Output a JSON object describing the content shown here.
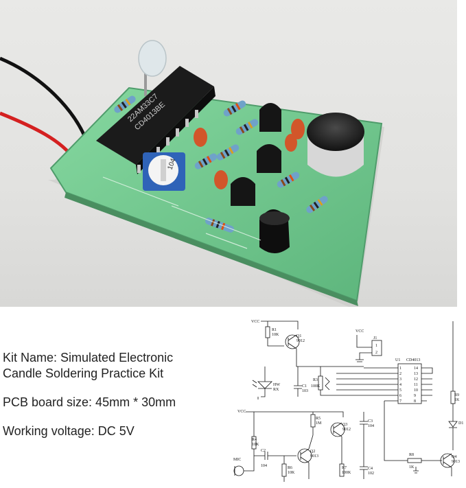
{
  "specs": {
    "kit_name_line1": "Kit Name: Simulated Electronic",
    "kit_name_line2": "Candle Soldering Practice Kit",
    "pcb_size": "PCB board size: 45mm * 30mm",
    "voltage": "Working voltage: DC 5V"
  },
  "board": {
    "chip_line1": "22AM33C7",
    "chip_line2": "CD4013BE",
    "pot_label": "104"
  },
  "schematic": {
    "vcc": "VCC",
    "r1": "R1",
    "r1_val": "10K",
    "q1": "Q1",
    "q1_val": "9012",
    "j1": "J1",
    "u1": "U1",
    "u1_part": "CD4013",
    "hw": "HW",
    "rx": "RX",
    "c1": "C1",
    "c1_val": "103",
    "r3": "R3",
    "r3_val": "100K",
    "r9": "R9",
    "r9_val": "1K",
    "r5": "R5",
    "r5_val": "1M",
    "q3": "Q3",
    "q3_val": "9012",
    "c3": "C3",
    "c3_val": "104",
    "d1": "D1",
    "r4": "R4",
    "r4_val": "10K",
    "c2": "C2",
    "c2_val": "104",
    "mic": "MIC",
    "q2": "Q2",
    "q2_val": "9013",
    "r6": "R6",
    "r6_val": "10K",
    "r7": "R7",
    "r7_val": "100K",
    "c4": "C4",
    "c4_val": "102",
    "r8": "R8",
    "r8_val": "1K",
    "q4": "Q4",
    "q4_val": "9013",
    "pins_left": [
      "1",
      "2",
      "3",
      "4",
      "5",
      "6",
      "7"
    ],
    "pins_right": [
      "14",
      "13",
      "12",
      "11",
      "10",
      "9",
      "8"
    ]
  },
  "colors": {
    "pcb": "#6fc98e",
    "chip": "#1b1b1b",
    "wire_red": "#d42020",
    "wire_black": "#111111"
  }
}
